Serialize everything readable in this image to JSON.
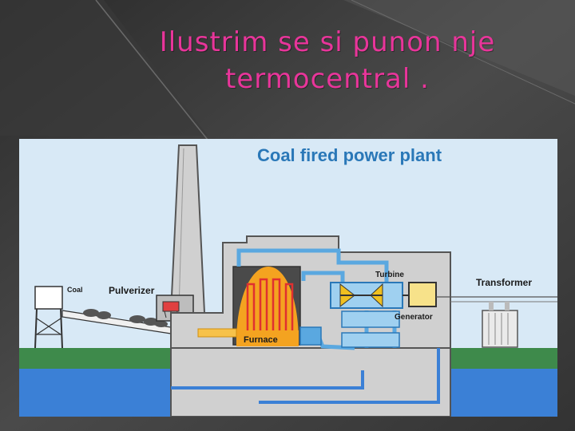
{
  "slide": {
    "title_line1": "Ilustrim se si punon nje",
    "title_line2": "termocentral ."
  },
  "diagram": {
    "heading": "Coal fired power plant",
    "labels": {
      "coal": "Coal",
      "pulverizer": "Pulverizer",
      "furnace": "Furnace",
      "turbine": "Turbine",
      "generator": "Generator",
      "transformer": "Transformer"
    }
  },
  "colors": {
    "title": "#e8359a",
    "heading": "#2a78b8",
    "sky": "#d6e8f5",
    "ground": "#3d8a4a",
    "water": "#3a7fd4",
    "building": "#d4d4d4",
    "furnace": "#f4a320",
    "steam": "#7ec3ea"
  }
}
